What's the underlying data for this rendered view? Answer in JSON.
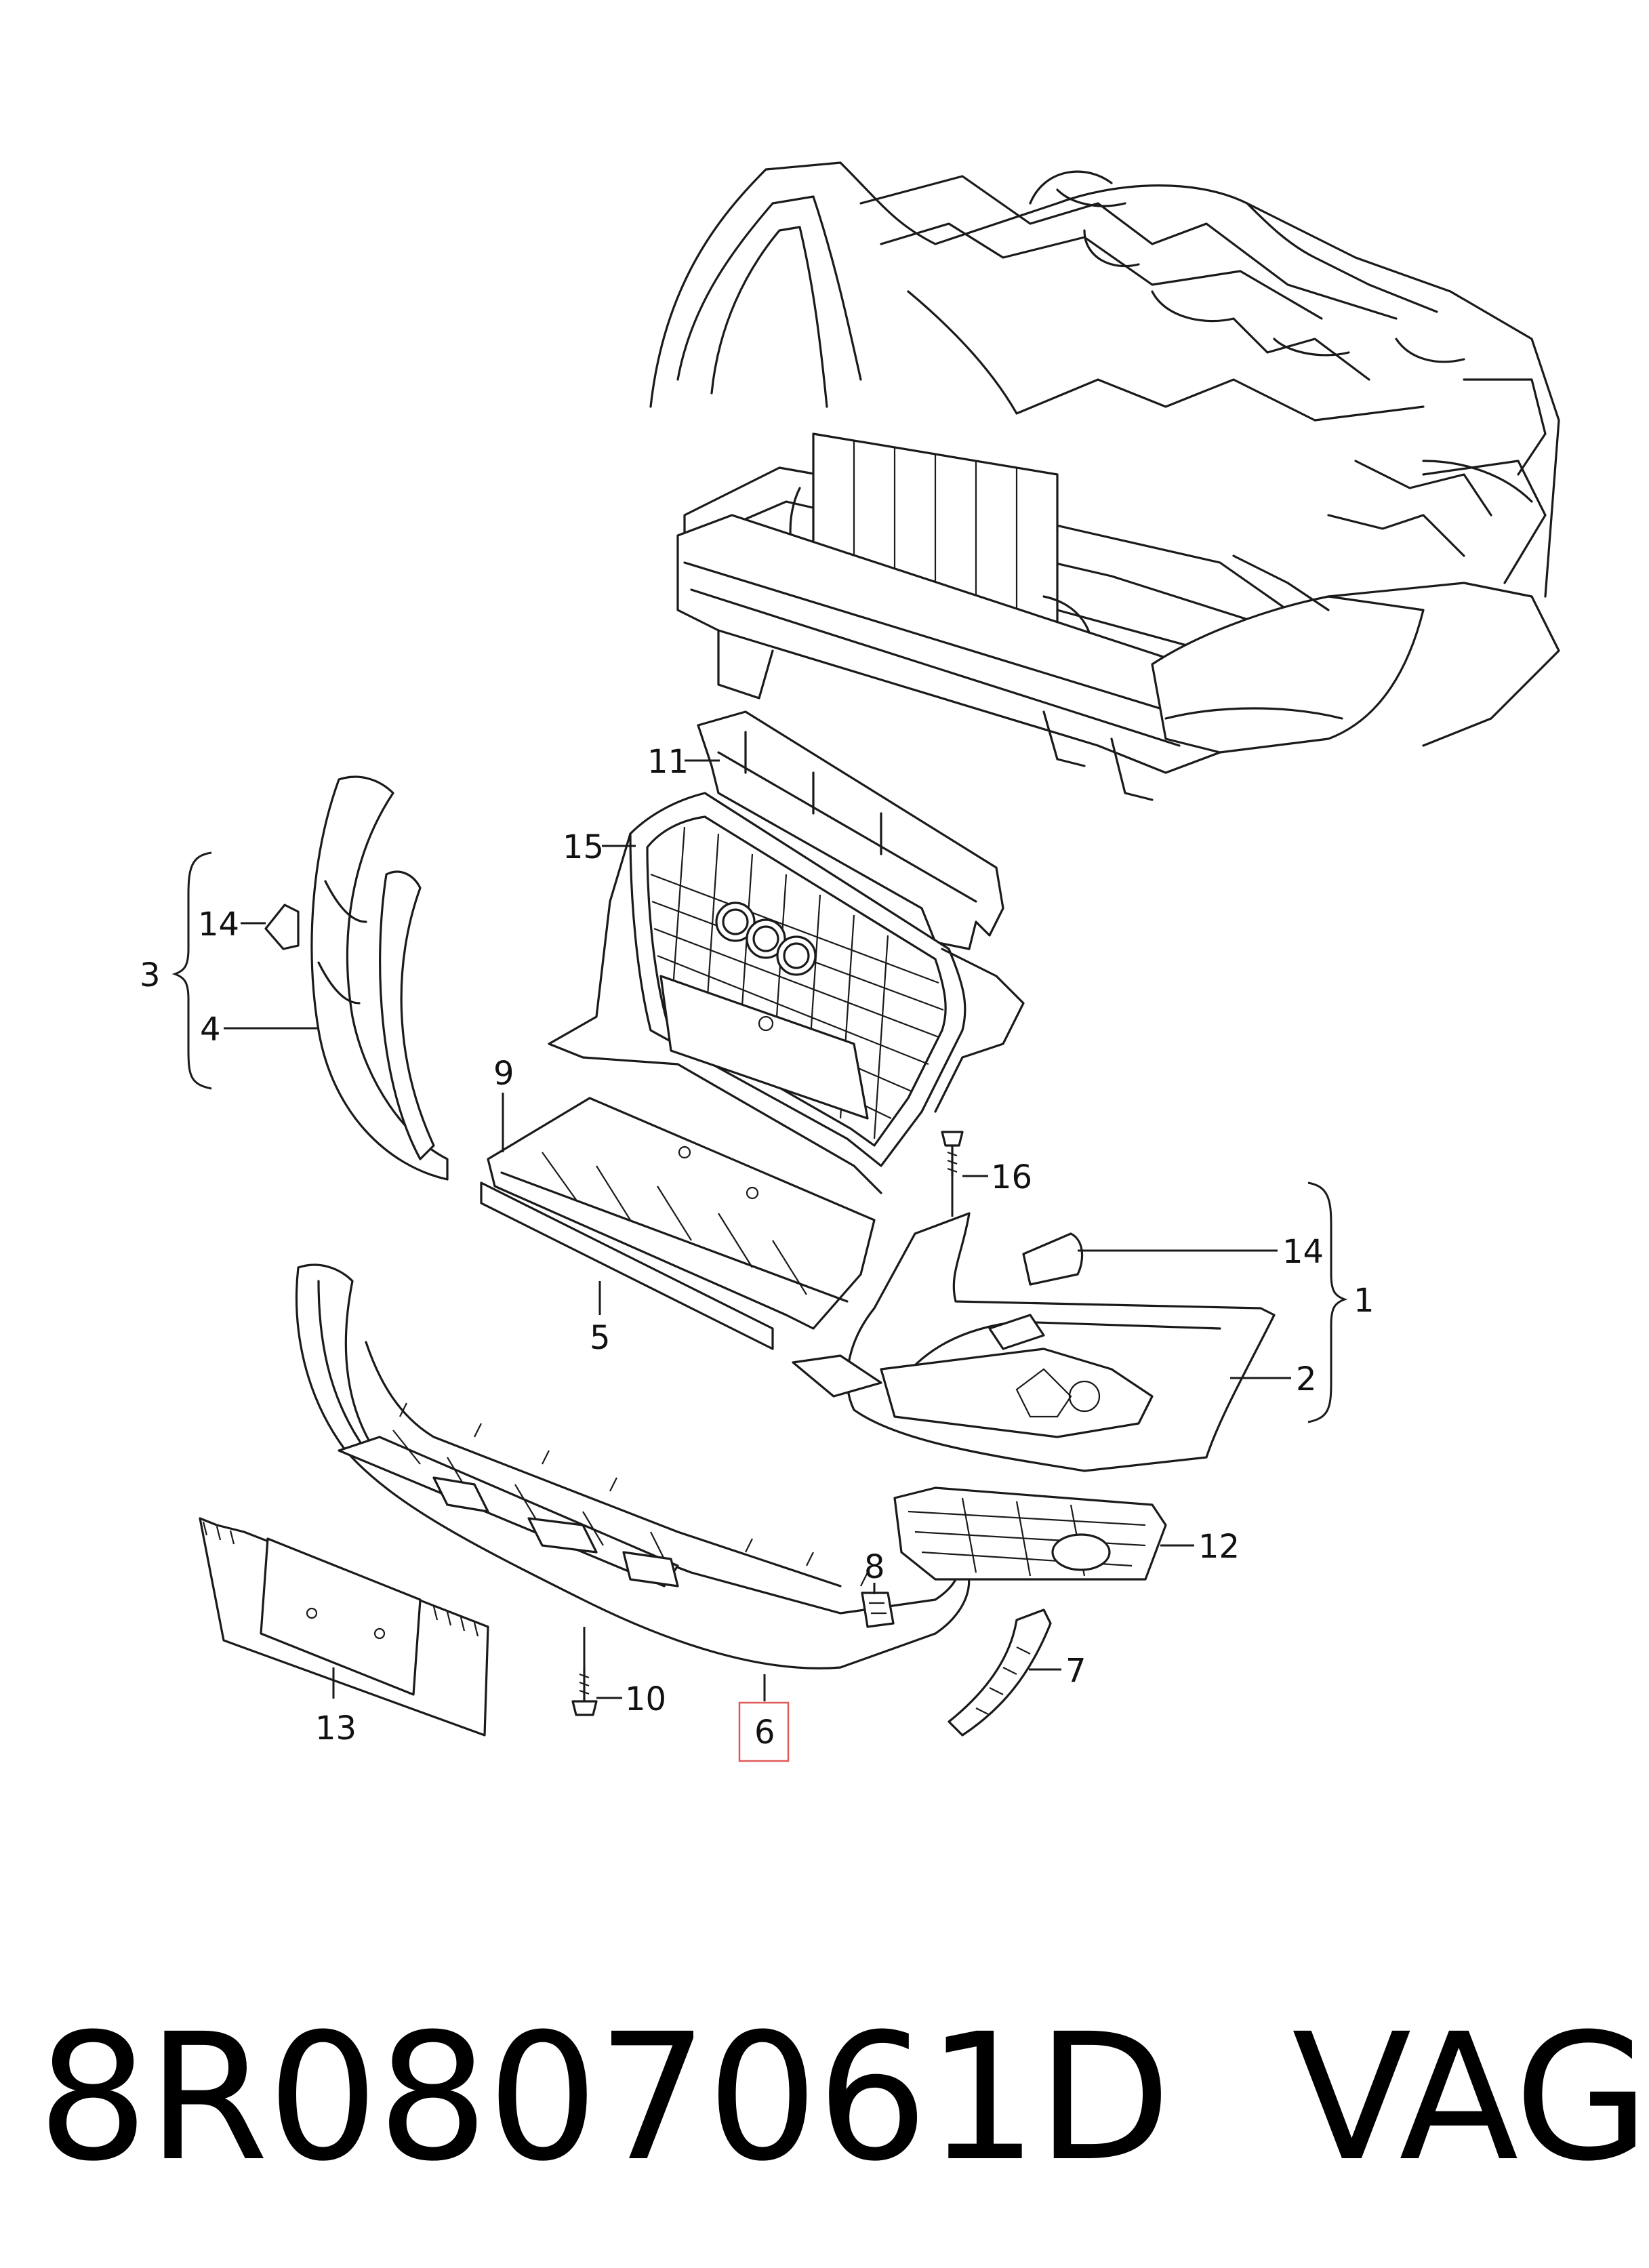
{
  "callouts": {
    "c1": "1",
    "c2": "2",
    "c3": "3",
    "c4": "4",
    "c5": "5",
    "c6": "6",
    "c7": "7",
    "c8": "8",
    "c9": "9",
    "c10": "10",
    "c11": "11",
    "c12": "12",
    "c13": "13",
    "c14a": "14",
    "c14b": "14",
    "c15": "15",
    "c16": "16"
  },
  "highlight_color": "#e05a5a",
  "footer": {
    "part_number": "8R0807061D",
    "vendor": "VAG"
  }
}
